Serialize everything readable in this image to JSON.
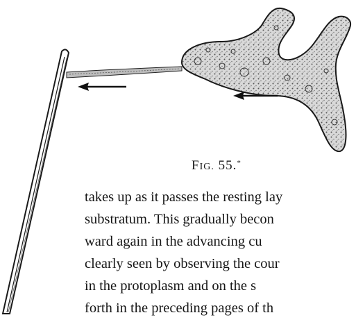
{
  "figure": {
    "caption_prefix": "F",
    "caption_smallcaps": "IG.",
    "caption_number": "55.",
    "caption_mark": "*"
  },
  "text_lines": [
    "takes up as it passes the resting lay",
    "substratum.   This gradually becon",
    "ward again in the advancing cu",
    "clearly seen by observing the cour",
    "in the protoplasm and on the s",
    "forth in the preceding pages of th"
  ],
  "colors": {
    "ink": "#161616",
    "paper": "#ffffff",
    "amoeba_fill": "#d6d6d6"
  }
}
